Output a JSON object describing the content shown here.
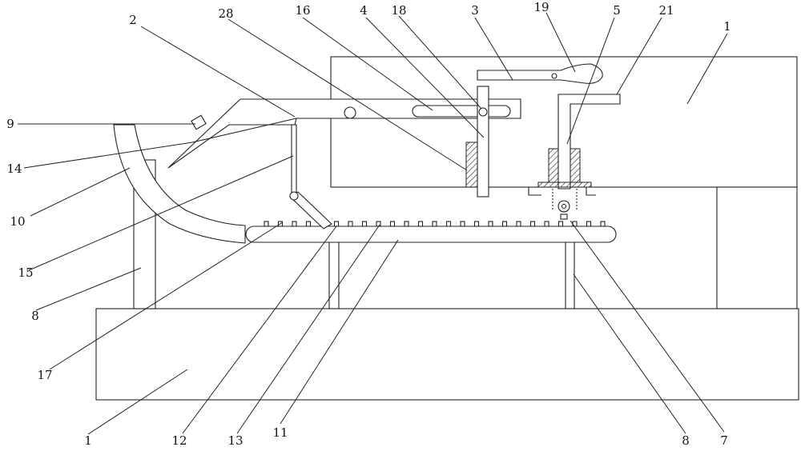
{
  "figure": {
    "labels": [
      {
        "id": "l1a",
        "text": "1"
      },
      {
        "id": "l1b",
        "text": "1"
      },
      {
        "id": "l2",
        "text": "2"
      },
      {
        "id": "l3",
        "text": "3"
      },
      {
        "id": "l4",
        "text": "4"
      },
      {
        "id": "l5",
        "text": "5"
      },
      {
        "id": "l7",
        "text": "7"
      },
      {
        "id": "l8a",
        "text": "8"
      },
      {
        "id": "l8b",
        "text": "8"
      },
      {
        "id": "l9",
        "text": "9"
      },
      {
        "id": "l10",
        "text": "10"
      },
      {
        "id": "l11",
        "text": "11"
      },
      {
        "id": "l12",
        "text": "12"
      },
      {
        "id": "l13",
        "text": "13"
      },
      {
        "id": "l14",
        "text": "14"
      },
      {
        "id": "l15",
        "text": "15"
      },
      {
        "id": "l16",
        "text": "16"
      },
      {
        "id": "l17",
        "text": "17"
      },
      {
        "id": "l18",
        "text": "18"
      },
      {
        "id": "l19",
        "text": "19"
      },
      {
        "id": "l21",
        "text": "21"
      },
      {
        "id": "l28",
        "text": "28"
      }
    ]
  }
}
